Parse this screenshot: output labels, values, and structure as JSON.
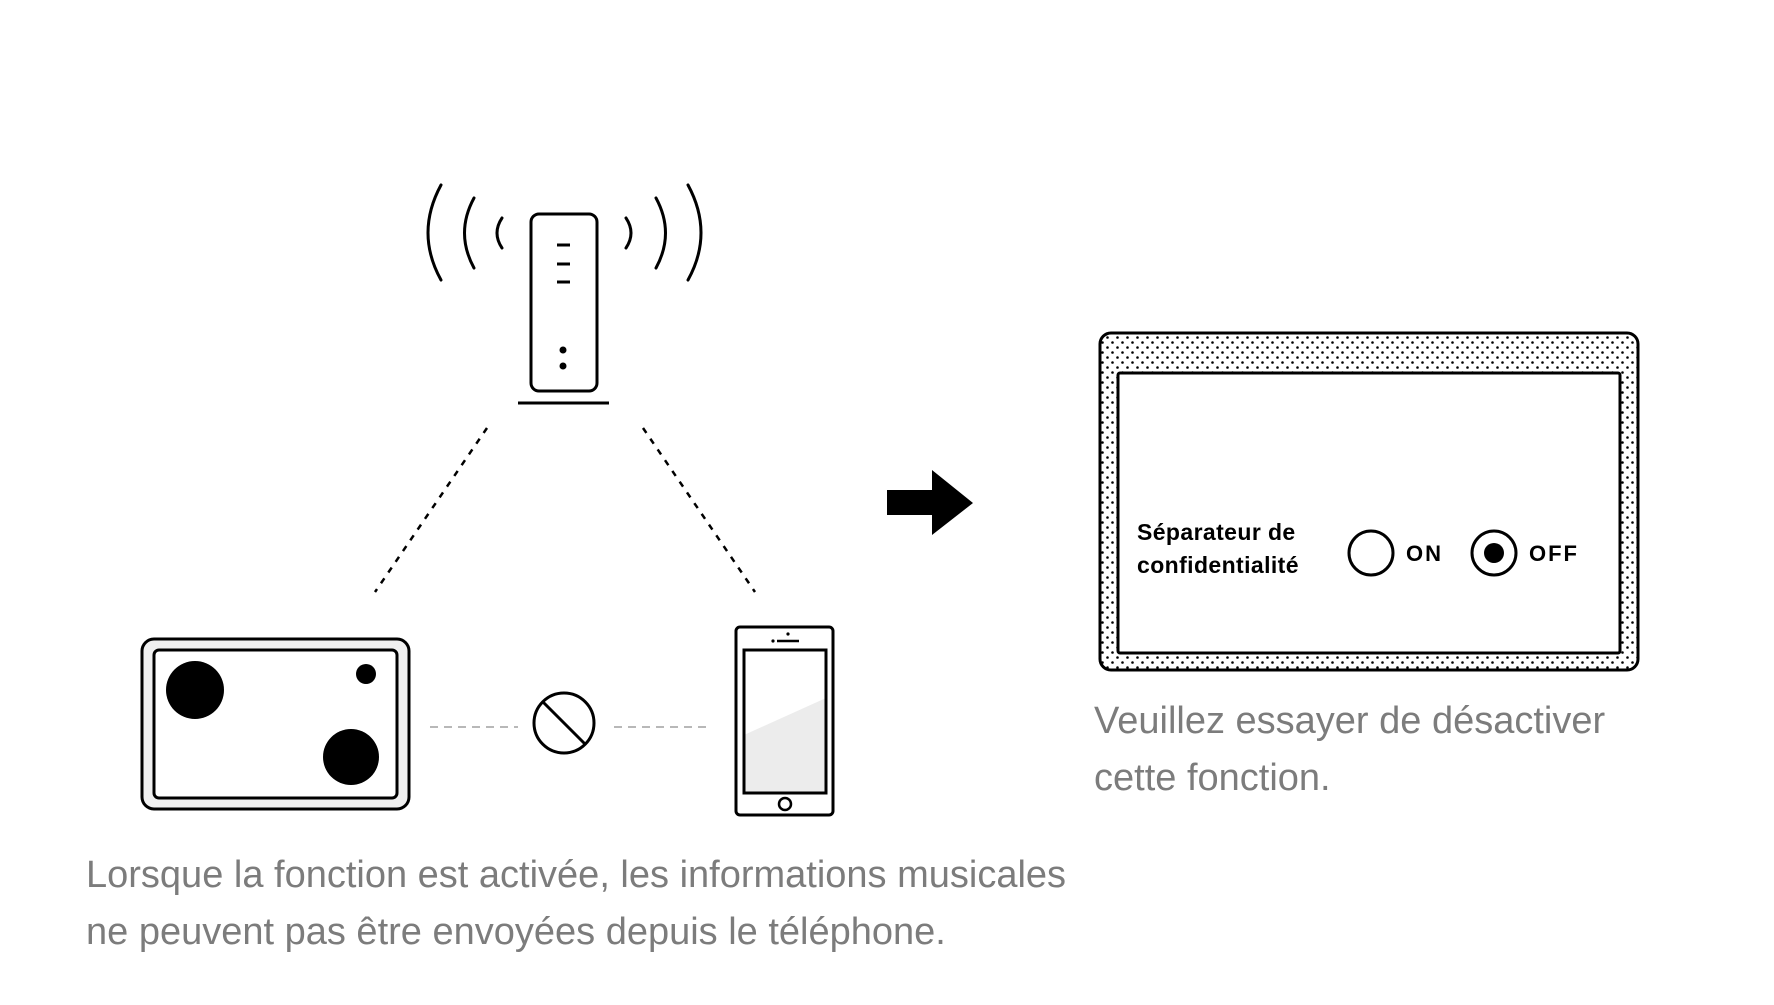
{
  "captions": {
    "left": [
      "Lorsque la fonction est activée, les informations musicales",
      "ne peuvent pas être envoyées depuis le téléphone."
    ],
    "right": [
      "Veuillez essayer de désactiver",
      "cette fonction."
    ]
  },
  "settings_panel": {
    "label_lines": [
      "Séparateur de",
      "confidentialité"
    ],
    "options": [
      {
        "label": "ON",
        "selected": false
      },
      {
        "label": "OFF",
        "selected": true
      }
    ]
  },
  "icons": {
    "router": "wifi-router-icon",
    "speaker": "speaker-device-icon",
    "phone": "smartphone-icon",
    "blocked": "prohibited-icon",
    "arrow": "arrow-right-icon"
  },
  "colors": {
    "caption_text": "#7c7c7c",
    "line": "#000000",
    "dashed_link": "#b8b8b8"
  }
}
